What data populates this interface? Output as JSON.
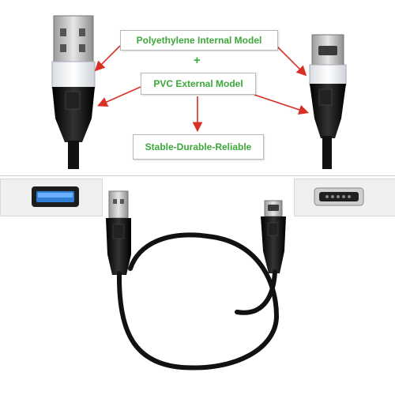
{
  "labels": {
    "internal_model": "Polyethylene Internal Model",
    "plus": "+",
    "external_model": "PVC External Model",
    "result": "Stable-Durable-Reliable"
  },
  "colors": {
    "label_text": "#3da83a",
    "arrow": "#d93025",
    "cable": "#111111",
    "metal": "#c9c9c9",
    "port_blue": "#2f7fd6"
  }
}
